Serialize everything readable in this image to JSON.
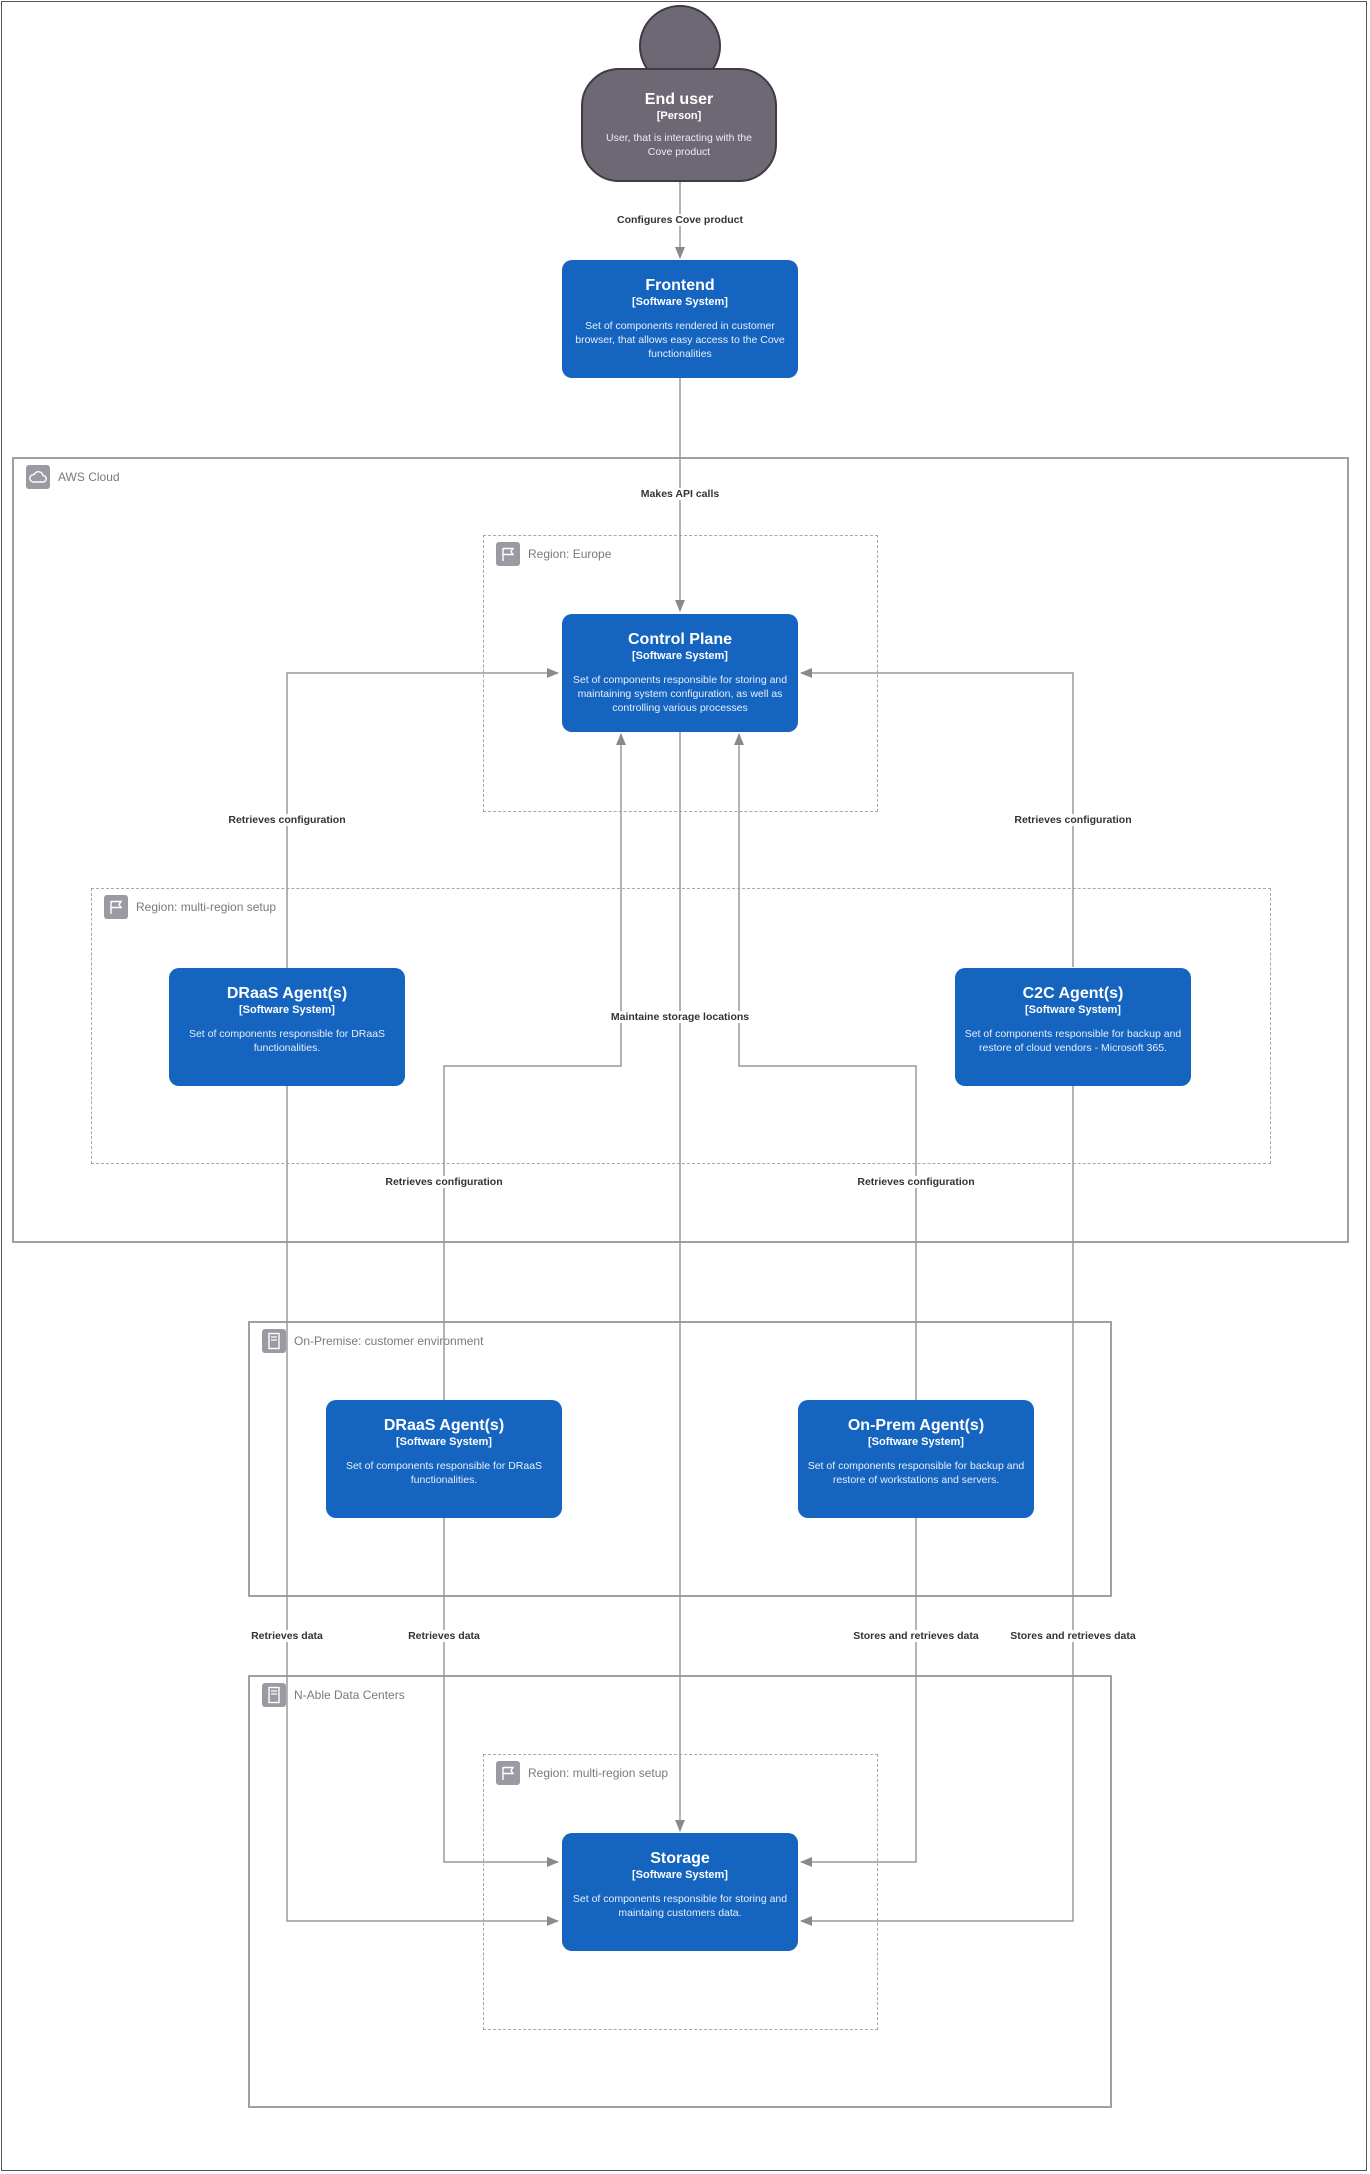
{
  "person": {
    "title": "End user",
    "kind": "[Person]",
    "desc": "User, that is interacting with the Cove product"
  },
  "boxes": {
    "frontend": {
      "title": "Frontend",
      "kind": "[Software System]",
      "desc": "Set of components rendered in customer browser, that allows easy access to the Cove functionalities"
    },
    "control_plane": {
      "title": "Control Plane",
      "kind": "[Software System]",
      "desc": "Set of components responsible for storing and maintaining system configuration, as well as controlling various processes"
    },
    "draas_cloud": {
      "title": "DRaaS Agent(s)",
      "kind": "[Software System]",
      "desc": "Set of components responsible for DRaaS functionalities."
    },
    "c2c": {
      "title": "C2C Agent(s)",
      "kind": "[Software System]",
      "desc": "Set of components responsible for backup and restore of cloud vendors - Microsoft 365."
    },
    "draas_onprem": {
      "title": "DRaaS Agent(s)",
      "kind": "[Software System]",
      "desc": "Set of components responsible for DRaaS functionalities."
    },
    "onprem_agent": {
      "title": "On-Prem Agent(s)",
      "kind": "[Software System]",
      "desc": "Set of components responsible for backup and restore of workstations and servers."
    },
    "storage": {
      "title": "Storage",
      "kind": "[Software System]",
      "desc": "Set of components responsible for storing and maintaing customers data."
    }
  },
  "boundaries": {
    "aws": "AWS Cloud",
    "region_europe": "Region: Europe",
    "region_multi_cloud": "Region: multi-region setup",
    "onprem": "On-Premise: customer environment",
    "datacenters": "N-Able Data Centers",
    "region_multi_dc": "Region: multi-region setup"
  },
  "edges": {
    "configures": "Configures Cove product",
    "api_calls": "Makes API calls",
    "retrieves_config_left": "Retrieves configuration",
    "retrieves_config_right": "Retrieves configuration",
    "maintain_storage": "Maintaine storage locations",
    "retrieves_config_onprem_left": "Retrieves configuration",
    "retrieves_config_onprem_right": "Retrieves configuration",
    "retrieves_data_1": "Retrieves data",
    "retrieves_data_2": "Retrieves data",
    "stores_data_1": "Stores and retrieves data",
    "stores_data_2": "Stores and retrieves data"
  },
  "icons": {
    "aws": "cloud-icon",
    "region": "flag-icon",
    "onprem": "server-icon",
    "datacenters": "server-icon"
  },
  "colors": {
    "system_box": "#1565c0",
    "person": "#6e6874",
    "connector": "#9a9a9a"
  }
}
